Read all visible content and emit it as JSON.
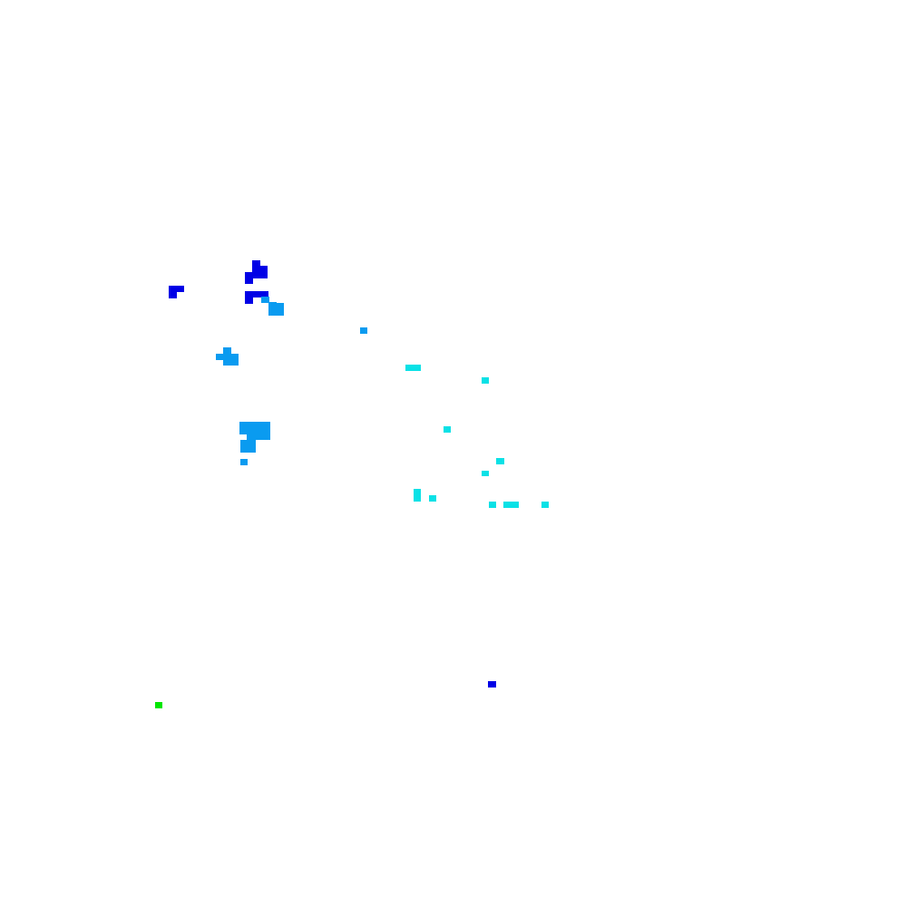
{
  "palette": {
    "background": "#ffffff",
    "dark_blue": "#0000e6",
    "medium_blue": "#0a9bf0",
    "cyan": "#0ae1e6",
    "green": "#00e600"
  },
  "clusters": [
    {
      "name": "dark-blue-blob-top",
      "color_key": "dark_blue"
    },
    {
      "name": "dark-blue-hook-left",
      "color_key": "dark_blue"
    },
    {
      "name": "dark-blue-bar",
      "color_key": "dark_blue"
    },
    {
      "name": "medium-blue-arrow",
      "color_key": "medium_blue"
    },
    {
      "name": "medium-blue-dot",
      "color_key": "medium_blue"
    },
    {
      "name": "medium-blue-cross",
      "color_key": "medium_blue"
    },
    {
      "name": "medium-blue-large-blob",
      "color_key": "medium_blue"
    },
    {
      "name": "cyan-scatter",
      "color_key": "cyan"
    },
    {
      "name": "dark-blue-dot-bottom",
      "color_key": "dark_blue"
    },
    {
      "name": "green-dot",
      "color_key": "green"
    }
  ]
}
